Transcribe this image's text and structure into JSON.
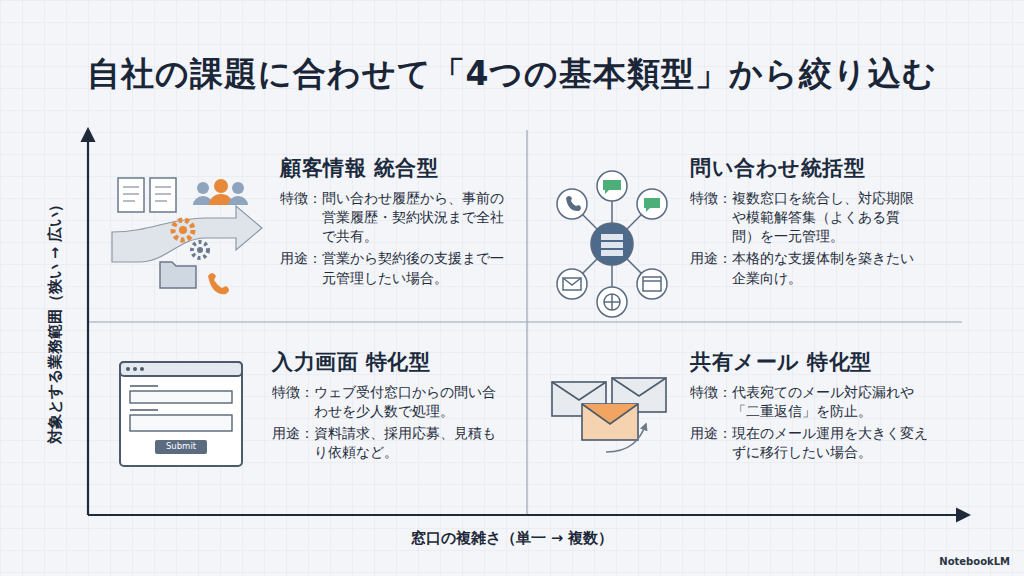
{
  "diagram": {
    "title": "自社の課題に合わせて「4つの基本類型」から絞り込む",
    "nodes": [
      {
        "text": [
          "顧客情報 統合型",
          "特徴：問い合わせ履歴から、事前の営業履歴・契約状況まで全社で共有。",
          "用途：営業から契約後の支援まで一元管理したい場合。"
        ]
      },
      {
        "text": [
          "問い合わせ統括型",
          "特徴：複数窓口を統合し、対応期限や模範解答集（よくある質問）を一元管理。",
          "用途：本格的な支援体制を築きたい企業向け。"
        ]
      },
      {
        "text": [
          "入力画面 特化型",
          "特徴：ウェブ受付窓口からの問い合わせを少人数で処理。",
          "用途：資料請求、採用応募、見積もり依頼など。"
        ]
      },
      {
        "text": [
          "共有メール 特化型",
          "特徴：代表宛てのメール対応漏れや「二重返信」を防止。",
          "用途：現在のメール運用を大きく変えずに移行したい場合。"
        ]
      }
    ],
    "labels": [
      "対象とする業務範囲（狭い → 広い）",
      "窓口の複雑さ（単一 → 複数）",
      "Submit",
      "NotebookLM"
    ]
  }
}
